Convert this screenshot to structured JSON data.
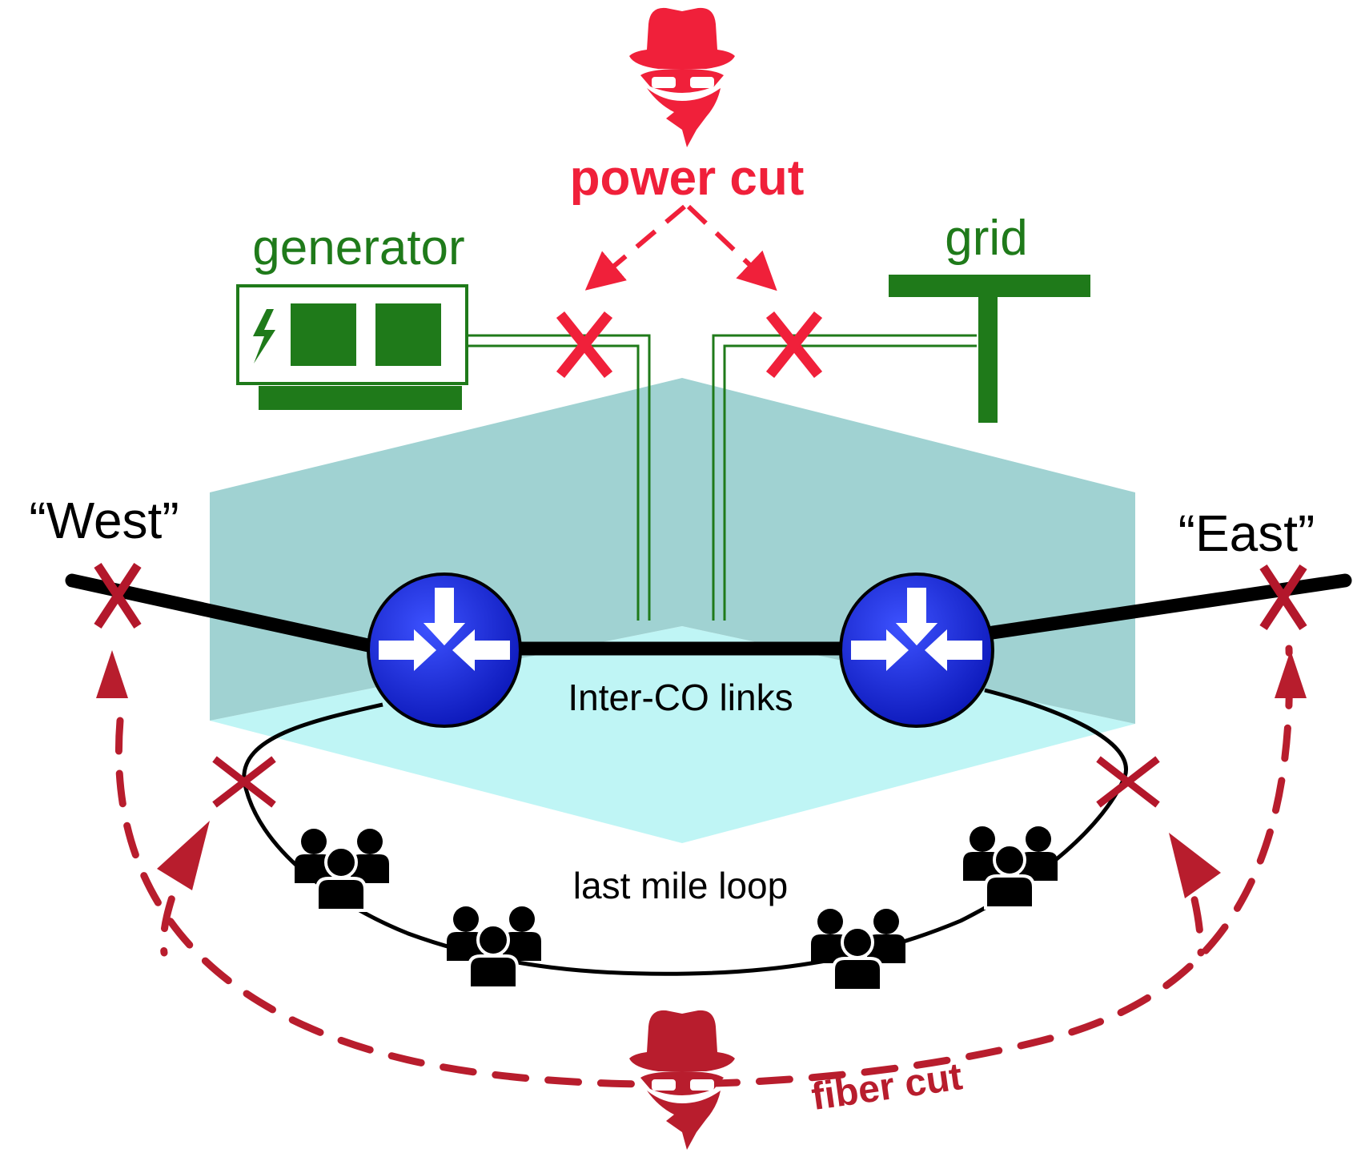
{
  "colors": {
    "attacker_power": "#f0203a",
    "attacker_fiber": "#b81d2d",
    "cut_mark": "#e5222f",
    "cut_mark_dark": "#b3172b",
    "power_green": "#1f7a1a",
    "co_building": "#a0d2d2",
    "co_floor": "#bff5f5",
    "router_fill": "#1626e0",
    "link_black": "#000000"
  },
  "labels": {
    "power_cut": "power cut",
    "generator": "generator",
    "grid": "grid",
    "west": "“West”",
    "east": "“East”",
    "inter_co": "Inter-CO links",
    "last_mile": "last mile loop",
    "fiber_cut": "fiber cut"
  },
  "icons": {
    "power_attacker": "spy-icon",
    "fiber_attacker": "spy-icon",
    "generator": "generator-icon",
    "grid": "power-pole-icon",
    "router": "router-icon",
    "users": "user-group-icon",
    "cut": "x-mark-icon"
  }
}
